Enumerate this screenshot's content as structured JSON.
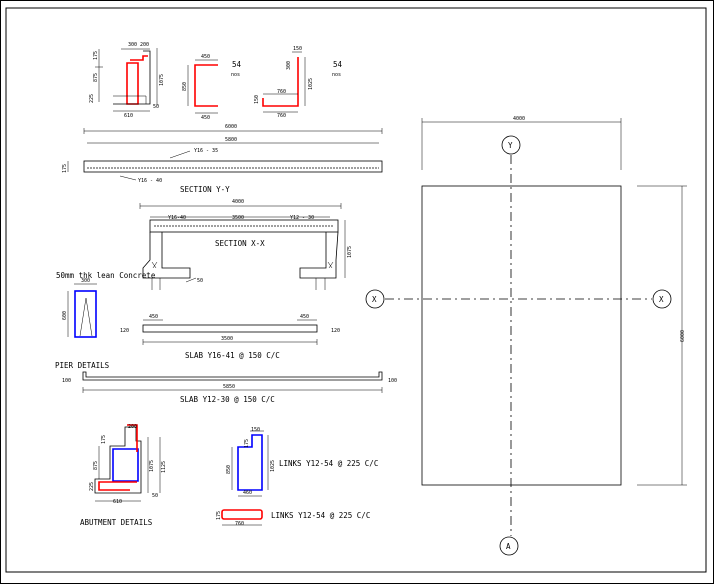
{
  "drawing": {
    "colors": {
      "rebar_main": "#ff0000",
      "rebar_links": "#0000ff",
      "line": "#000000",
      "background": "#ffffff"
    },
    "top_details": {
      "detail1_dims": {
        "a": "300",
        "b": "200",
        "c": "175",
        "d": "875",
        "e": "1075",
        "f": "225",
        "g": "610",
        "h": "50"
      },
      "detail2": {
        "dim_top": "450",
        "dim_left": "850",
        "dim_bot": "450",
        "count": "54",
        "unit": "nos"
      },
      "detail3": {
        "dim_top": "150",
        "dim_a": "300",
        "dim_b": "1025",
        "dim_c": "760",
        "dim_d": "150",
        "dim_e": "760",
        "count": "54",
        "unit": "nos"
      }
    },
    "section_yy": {
      "dim_overall": "6000",
      "dim_inner": "5800",
      "dim_height": "175",
      "bar_label": "Y16 - 35",
      "bar_label_bottom": "Y16 - 40",
      "title": "SECTION Y-Y"
    },
    "section_xx": {
      "dim_overall": "4000",
      "dim_inner": "3500",
      "bar_left": "Y16-40",
      "bar_right": "Y12 - 30",
      "dim_height": "1075",
      "dim_foot": "50",
      "title": "SECTION X-X"
    },
    "pier": {
      "lean_note": "50mm thk lean Concrete",
      "dim_width": "300",
      "dim_height": "600",
      "title": "PIER DETAILS"
    },
    "slab1": {
      "dim_left": "450",
      "dim_right": "450",
      "dim_th_left": "120",
      "dim_th_right": "120",
      "dim_len": "3500",
      "label": "SLAB Y16-41 @ 150 C/C"
    },
    "slab2": {
      "dim_left": "100",
      "dim_right": "100",
      "dim_len": "5850",
      "label": "SLAB Y12-30 @ 150 C/C"
    },
    "abutment": {
      "dim_a": "200",
      "dim_b": "175",
      "dim_c": "875",
      "dim_d": "1075",
      "dim_e": "1125",
      "dim_f": "225",
      "dim_g": "610",
      "dim_h": "50",
      "title": "ABUTMENT DETAILS"
    },
    "links": {
      "dim_top": "150",
      "dim_a": "175",
      "dim_b": "850",
      "dim_c": "1025",
      "dim_w": "460",
      "label": "LINKS Y12-54 @ 225 C/C",
      "bar2_h": "175",
      "bar2_w": "760",
      "label2": "LINKS Y12-54 @ 225 C/C"
    },
    "plan": {
      "dim_width": "4000",
      "dim_height": "6000",
      "grid_y": "Y",
      "grid_x_left": "X",
      "grid_x_right": "X",
      "grid_bottom": "A"
    }
  }
}
